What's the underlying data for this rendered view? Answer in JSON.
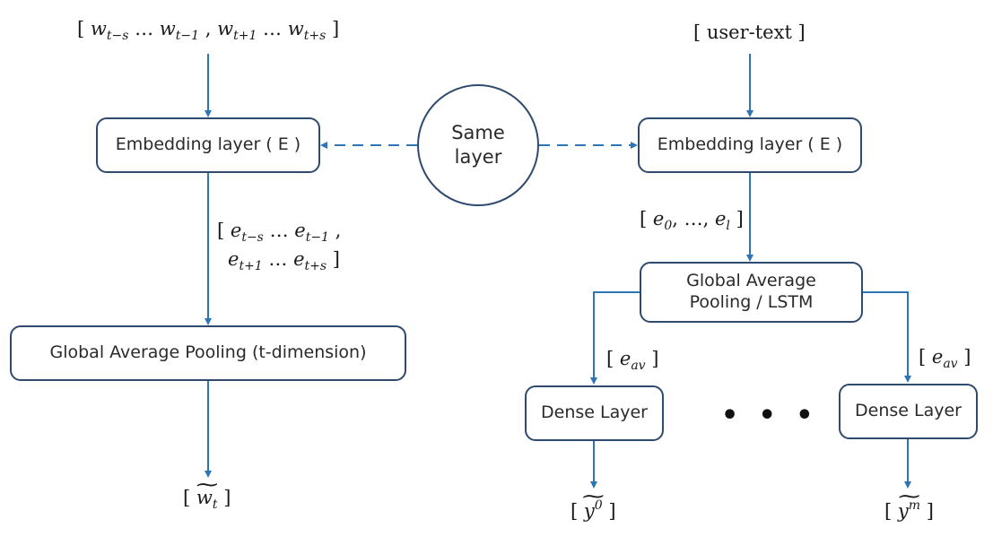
{
  "diagram": {
    "left_branch": {
      "input_label": "[ w_{t-s} … w_{t-1} , w_{t+1} … w_{t+s} ]",
      "input_parts": {
        "open": "[",
        "w": "w",
        "s1": "t−s",
        "ellip1": "…",
        "s2": "t−1",
        "comma": ",",
        "s3": "t+1",
        "ellip2": "…",
        "s4": "t+s",
        "close": "]"
      },
      "embedding_box": "Embedding layer ( E )",
      "embedding_output_line1": {
        "open": "[",
        "e": "e",
        "s1": "t−s",
        "ellip": "…",
        "s2": "t−1",
        "comma": ","
      },
      "embedding_output_line2": {
        "e": "e",
        "s3": "t+1",
        "ellip": "…",
        "s4": "t+s",
        "close": "]"
      },
      "pooling_box": "Global Average Pooling (t-dimension)",
      "output_label": {
        "open": "[",
        "w": "w",
        "sub": "t",
        "close": "]"
      }
    },
    "shared": {
      "circle_label": "Same\nlayer"
    },
    "right_branch": {
      "input_label": "[ user-text ]",
      "embedding_box": "Embedding layer ( E )",
      "embedding_output": {
        "open": "[",
        "e": "e",
        "s0": "0",
        "mid": ", …, ",
        "sl": "l",
        "close": "]"
      },
      "pooling_box": "Global Average\nPooling / LSTM",
      "branch_label": {
        "open": "[",
        "e": "e",
        "sub": "av",
        "close": "]"
      },
      "dense_boxes": [
        "Dense Layer",
        "Dense Layer"
      ],
      "ellipsis": "• • •",
      "outputs": [
        {
          "open": "[",
          "y": "y",
          "sup": "0",
          "close": "]"
        },
        {
          "open": "[",
          "y": "y",
          "sup": "m",
          "close": "]"
        }
      ]
    },
    "colors": {
      "arrow": "#2e75b6",
      "border": "#2e4a6e",
      "text": "#262626"
    }
  }
}
